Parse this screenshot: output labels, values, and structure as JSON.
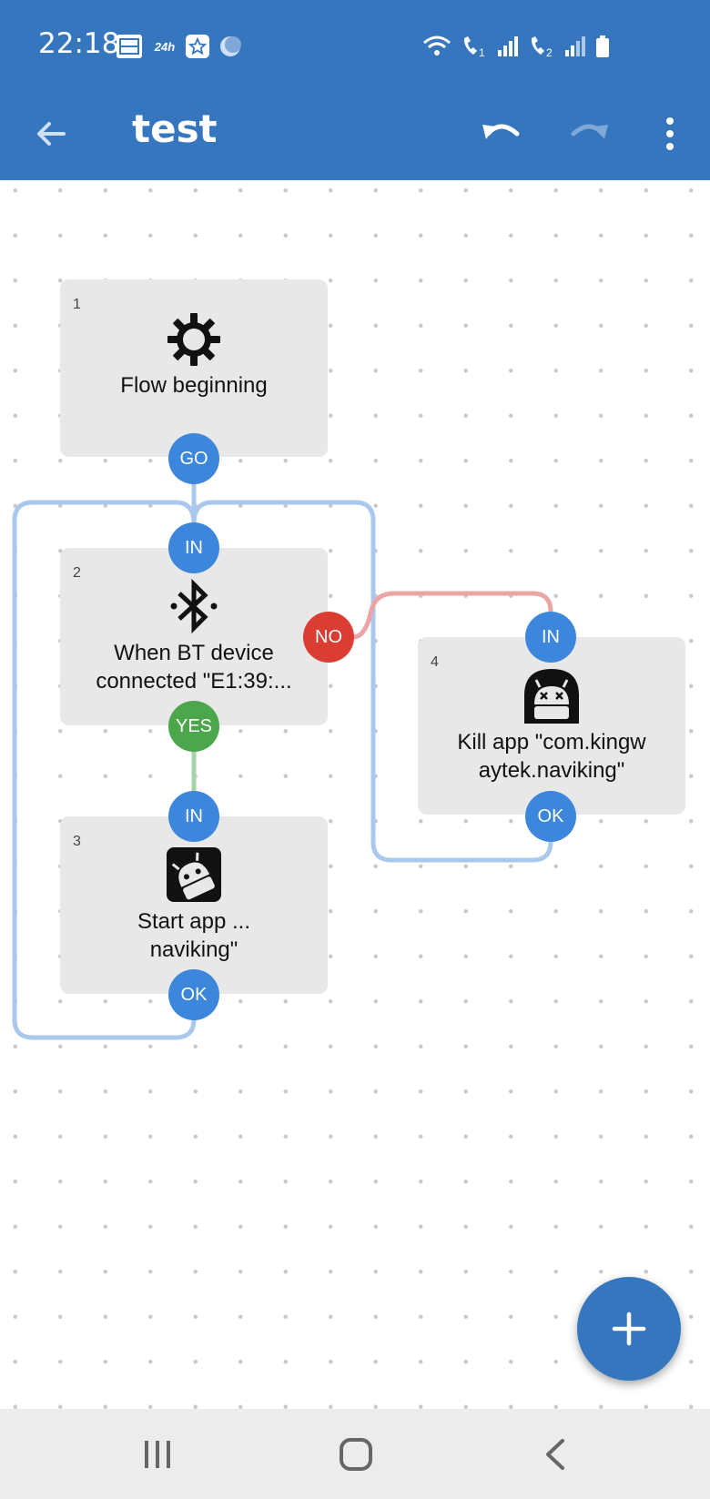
{
  "status_bar": {
    "time": "22:18",
    "icons": [
      "mms-icon",
      "24h-icon",
      "star-app-icon",
      "moon-icon",
      "wifi-icon",
      "volte-call-1-icon",
      "signal-1-icon",
      "volte-call-2-icon",
      "signal-2-icon",
      "battery-icon"
    ],
    "mini_label_24h": "24h"
  },
  "app_bar": {
    "title": "test",
    "back_icon": "arrow-left-icon",
    "undo_icon": "undo-icon",
    "redo_icon": "redo-icon",
    "menu_icon": "more-vert-icon"
  },
  "flow": {
    "nodes": [
      {
        "number": "1",
        "label": "Flow beginning",
        "icon": "gear-icon",
        "ports": {
          "out": "GO"
        }
      },
      {
        "number": "2",
        "label_line1": "When BT device",
        "label_line2": "connected \"E1:39:...",
        "icon": "bluetooth-icon",
        "ports": {
          "in": "IN",
          "yes": "YES",
          "no": "NO"
        }
      },
      {
        "number": "3",
        "label_line1": "Start app ...",
        "label_line2": "naviking\"",
        "icon": "android-start-icon",
        "ports": {
          "in": "IN",
          "ok": "OK"
        }
      },
      {
        "number": "4",
        "label_line1": "Kill app \"com.kingw",
        "label_line2": "aytek.naviking\"",
        "icon": "android-kill-icon",
        "ports": {
          "in": "IN",
          "ok": "OK"
        }
      }
    ],
    "colors": {
      "blue": "#3c86dc",
      "green": "#4ca64c",
      "red": "#db3d33",
      "connector_blue": "#a9c8ec",
      "connector_green": "#a8d3a8",
      "connector_red": "#eba5a5"
    }
  },
  "fab": {
    "icon": "plus-icon"
  },
  "nav_bar": {
    "recent_icon": "recent-apps-icon",
    "home_icon": "home-icon",
    "back_icon": "back-icon"
  }
}
